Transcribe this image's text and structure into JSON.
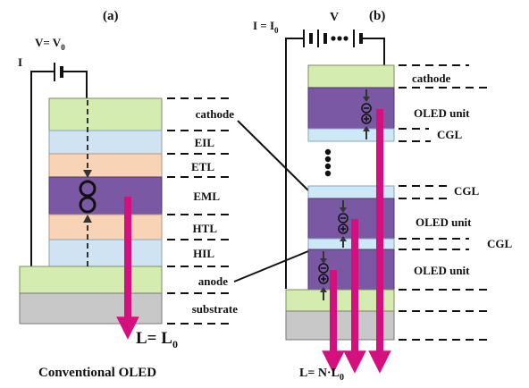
{
  "panel_a": {
    "tag": "(a)",
    "voltage": "V= V",
    "voltage_sub": "0",
    "current": "I",
    "layers": [
      "cathode",
      "EIL",
      "ETL",
      "EML",
      "HTL",
      "HIL",
      "anode",
      "substrate"
    ],
    "luminance": "L= L",
    "luminance_sub": "0",
    "caption": "Conventional OLED"
  },
  "panel_b": {
    "tag": "(b)",
    "current": "I = I",
    "current_sub": "0",
    "voltage": "V",
    "labels": [
      "cathode",
      "OLED unit",
      "CGL",
      "CGL",
      "OLED unit",
      "CGL",
      "OLED unit"
    ],
    "luminance": "L= N·L",
    "luminance_sub": "0"
  },
  "colors": {
    "cathode": "#d4ecb0",
    "eil": "#cfe3f3",
    "etl": "#f8d3b6",
    "eml": "#7a58a4",
    "htl": "#f8d3b6",
    "hil": "#cfe3f3",
    "anode": "#d4ecb0",
    "substrate": "#c8c8c8",
    "cgl": "#cde8f6",
    "emission_arrow": "#d4107e"
  },
  "icons": [
    "battery-icon",
    "exciton-icon",
    "electron-icon",
    "hole-icon",
    "emission-arrow-icon",
    "ellipsis-dots-icon"
  ]
}
